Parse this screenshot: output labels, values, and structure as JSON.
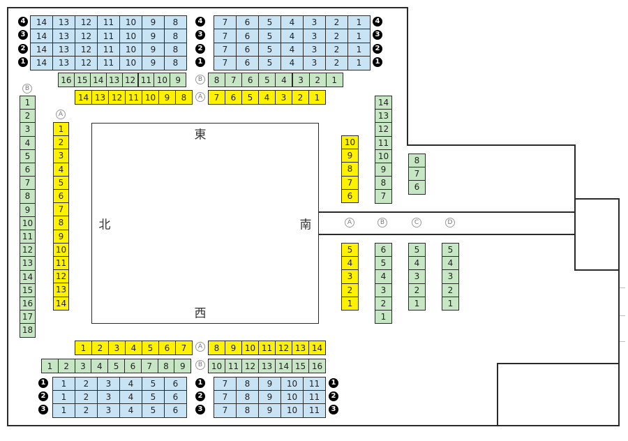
{
  "ring": {
    "east": "東",
    "north": "北",
    "south": "南",
    "west": "西"
  },
  "tiers": {
    "1": "1",
    "2": "2",
    "3": "3",
    "4": "4"
  },
  "markers": {
    "A": "A",
    "B": "B",
    "C": "C",
    "D": "D"
  },
  "blocks": {
    "ne_top": {
      "color": "#c7e3f4",
      "rows": [
        "4",
        "3",
        "2",
        "1"
      ],
      "seats": [
        "14",
        "13",
        "12",
        "11",
        "10",
        "9",
        "8"
      ]
    },
    "nw_top": {
      "color": "#c7e3f4",
      "rows": [
        "4",
        "3",
        "2",
        "1"
      ],
      "seats": [
        "7",
        "6",
        "5",
        "4",
        "3",
        "2",
        "1"
      ]
    },
    "east_b_left": {
      "color": "#c6e6c4",
      "seats": [
        "16",
        "15",
        "14",
        "13",
        "12",
        "11",
        "10",
        "9"
      ]
    },
    "east_b_right": {
      "color": "#c6e6c4",
      "seats": [
        "8",
        "7",
        "6",
        "5",
        "4",
        "3",
        "2",
        "1"
      ]
    },
    "east_a_left": {
      "color": "#fff200",
      "seats": [
        "14",
        "13",
        "12",
        "11",
        "10",
        "9",
        "8"
      ]
    },
    "east_a_right": {
      "color": "#fff200",
      "seats": [
        "7",
        "6",
        "5",
        "4",
        "3",
        "2",
        "1"
      ]
    },
    "north_b": {
      "color": "#c6e6c4",
      "seats": [
        "1",
        "2",
        "3",
        "4",
        "5",
        "6",
        "7",
        "8",
        "9",
        "10",
        "11",
        "12",
        "13",
        "14",
        "15",
        "16",
        "17",
        "18"
      ]
    },
    "north_a": {
      "color": "#fff200",
      "seats": [
        "1",
        "2",
        "3",
        "4",
        "5",
        "6",
        "7",
        "8",
        "9",
        "10",
        "11",
        "12",
        "13",
        "14"
      ]
    },
    "south_a_upper": {
      "color": "#fff200",
      "seats": [
        "10",
        "9",
        "8",
        "7",
        "6"
      ]
    },
    "south_b_upper": {
      "color": "#c6e6c4",
      "seats": [
        "14",
        "13",
        "12",
        "11",
        "10",
        "9",
        "8",
        "7"
      ]
    },
    "south_c_upper": {
      "color": "#c6e6c4",
      "seats": [
        "8",
        "7",
        "6"
      ]
    },
    "south_a_lower": {
      "color": "#fff200",
      "seats": [
        "5",
        "4",
        "3",
        "2",
        "1"
      ]
    },
    "south_b_lower": {
      "color": "#c6e6c4",
      "seats": [
        "6",
        "5",
        "4",
        "3",
        "2",
        "1"
      ]
    },
    "south_c_lower": {
      "color": "#c6e6c4",
      "seats": [
        "5",
        "4",
        "3",
        "2",
        "1"
      ]
    },
    "south_d_lower": {
      "color": "#c6e6c4",
      "seats": [
        "5",
        "4",
        "3",
        "2",
        "1"
      ]
    },
    "west_a_left": {
      "color": "#fff200",
      "seats": [
        "1",
        "2",
        "3",
        "4",
        "5",
        "6",
        "7"
      ]
    },
    "west_a_right": {
      "color": "#fff200",
      "seats": [
        "8",
        "9",
        "10",
        "11",
        "12",
        "13",
        "14"
      ]
    },
    "west_b_left": {
      "color": "#c6e6c4",
      "seats": [
        "1",
        "2",
        "3",
        "4",
        "5",
        "6",
        "7",
        "8",
        "9"
      ]
    },
    "west_b_right": {
      "color": "#c6e6c4",
      "seats": [
        "10",
        "11",
        "12",
        "13",
        "14",
        "15",
        "16"
      ]
    },
    "sw_bottom": {
      "color": "#c7e3f4",
      "rows": [
        "1",
        "2",
        "3"
      ],
      "seats": [
        "1",
        "2",
        "3",
        "4",
        "5",
        "6"
      ]
    },
    "se_bottom": {
      "color": "#c7e3f4",
      "rows": [
        "1",
        "2",
        "3"
      ],
      "seats": [
        "7",
        "8",
        "9",
        "10",
        "11"
      ]
    }
  }
}
